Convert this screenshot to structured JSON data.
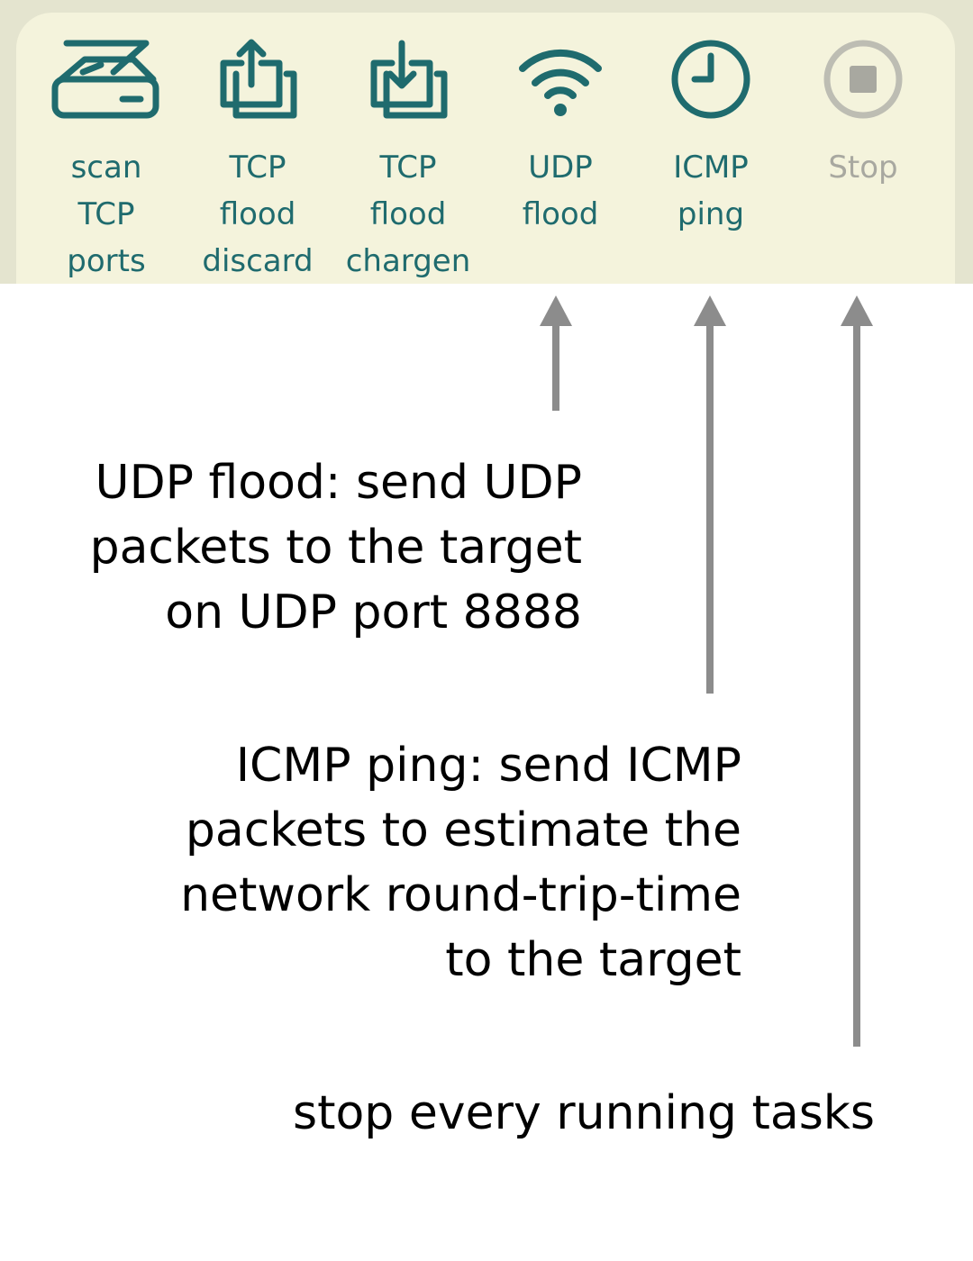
{
  "toolbar": {
    "colors": {
      "accent": "#1f6b6e",
      "disabled": "#a8a8a0",
      "background": "#f4f3dc",
      "frame": "#e4e4cf"
    },
    "buttons": [
      {
        "id": "scan",
        "label": "scan\nTCP\nports",
        "icon": "scanner-icon",
        "enabled": true
      },
      {
        "id": "tcp-discard",
        "label": "TCP\nflood\ndiscard",
        "icon": "upload-tray-icon",
        "enabled": true
      },
      {
        "id": "tcp-chargen",
        "label": "TCP\nflood\nchargen",
        "icon": "download-tray-icon",
        "enabled": true
      },
      {
        "id": "udp-flood",
        "label": "UDP\nflood",
        "icon": "wifi-icon",
        "enabled": true
      },
      {
        "id": "icmp-ping",
        "label": "ICMP\nping",
        "icon": "clock-icon",
        "enabled": true
      },
      {
        "id": "stop",
        "label": "Stop",
        "icon": "stop-icon",
        "enabled": false
      }
    ]
  },
  "annotations": {
    "arrow_color": "#8c8c8c",
    "udp": {
      "line1": "UDP flood: send UDP",
      "line2": "packets to the target",
      "line3": "on UDP port 8888"
    },
    "icmp": {
      "line1": "ICMP ping: send ICMP",
      "line2": "packets to estimate the",
      "line3": "network round-trip-time",
      "line4": "to the target"
    },
    "stop": {
      "line1": "stop every running tasks"
    }
  }
}
